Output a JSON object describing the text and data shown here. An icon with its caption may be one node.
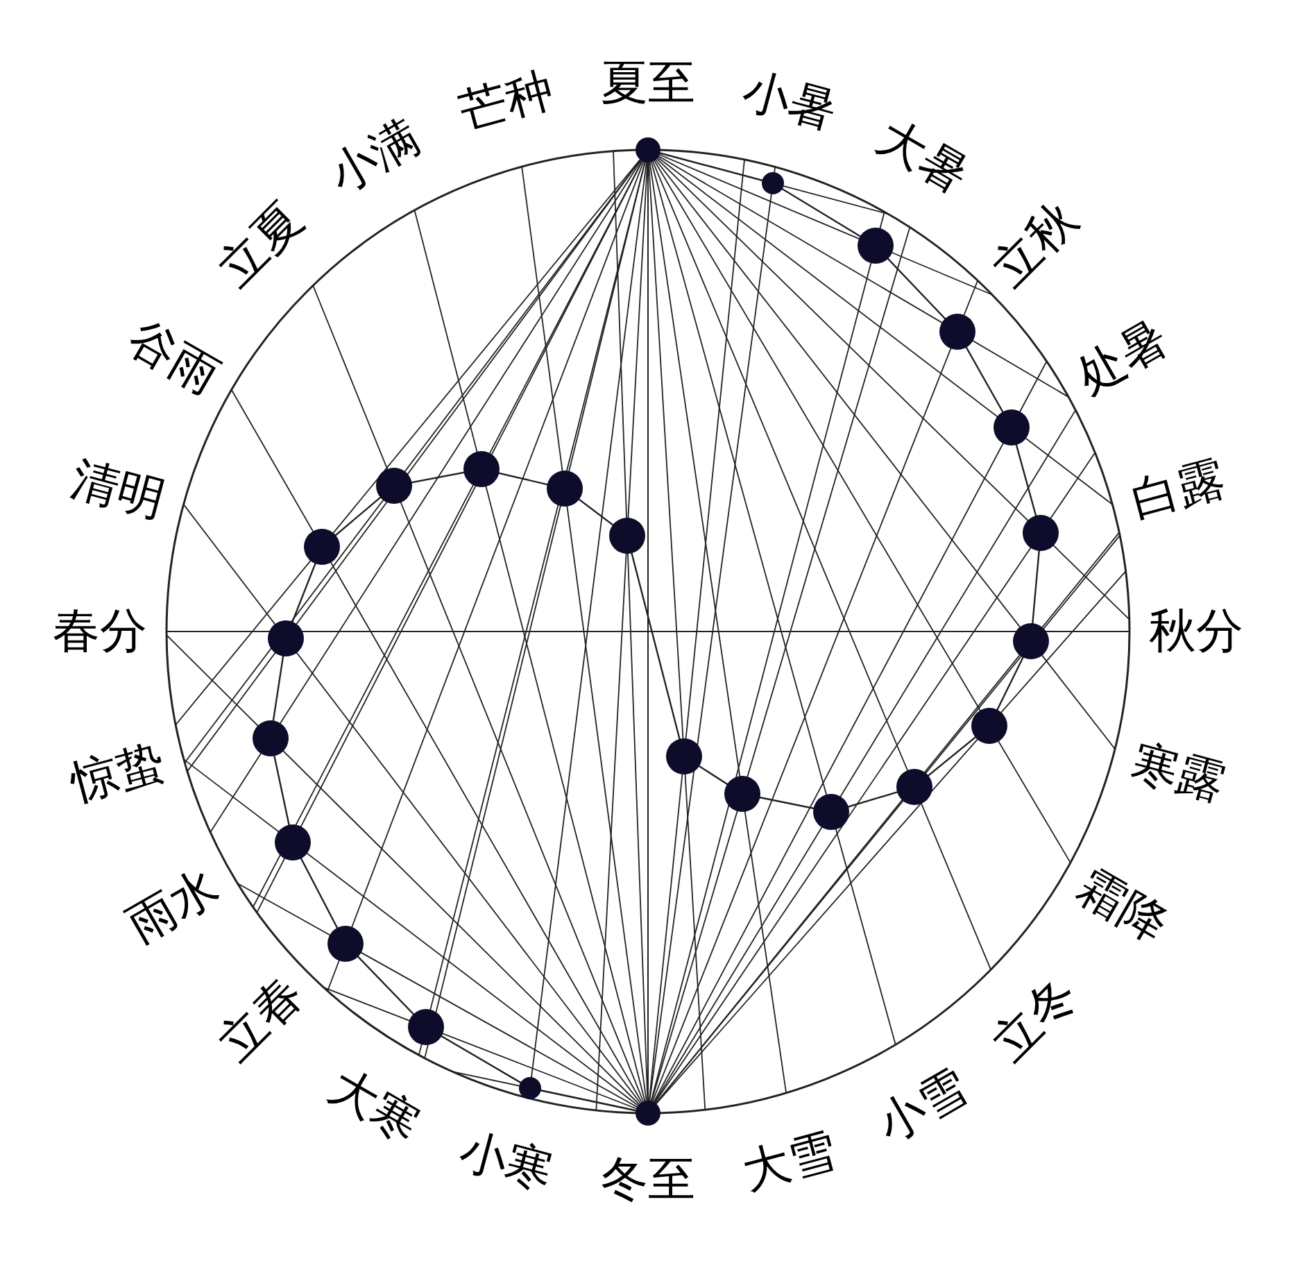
{
  "diagram": {
    "labels": [
      "夏至",
      "小暑",
      "大暑",
      "立秋",
      "处暑",
      "白露",
      "秋分",
      "寒露",
      "霜降",
      "立冬",
      "小雪",
      "大雪",
      "冬至",
      "小寒",
      "大寒",
      "立春",
      "雨水",
      "惊蛰",
      "春分",
      "清明",
      "谷雨",
      "立夏",
      "小满",
      "芒种"
    ]
  }
}
